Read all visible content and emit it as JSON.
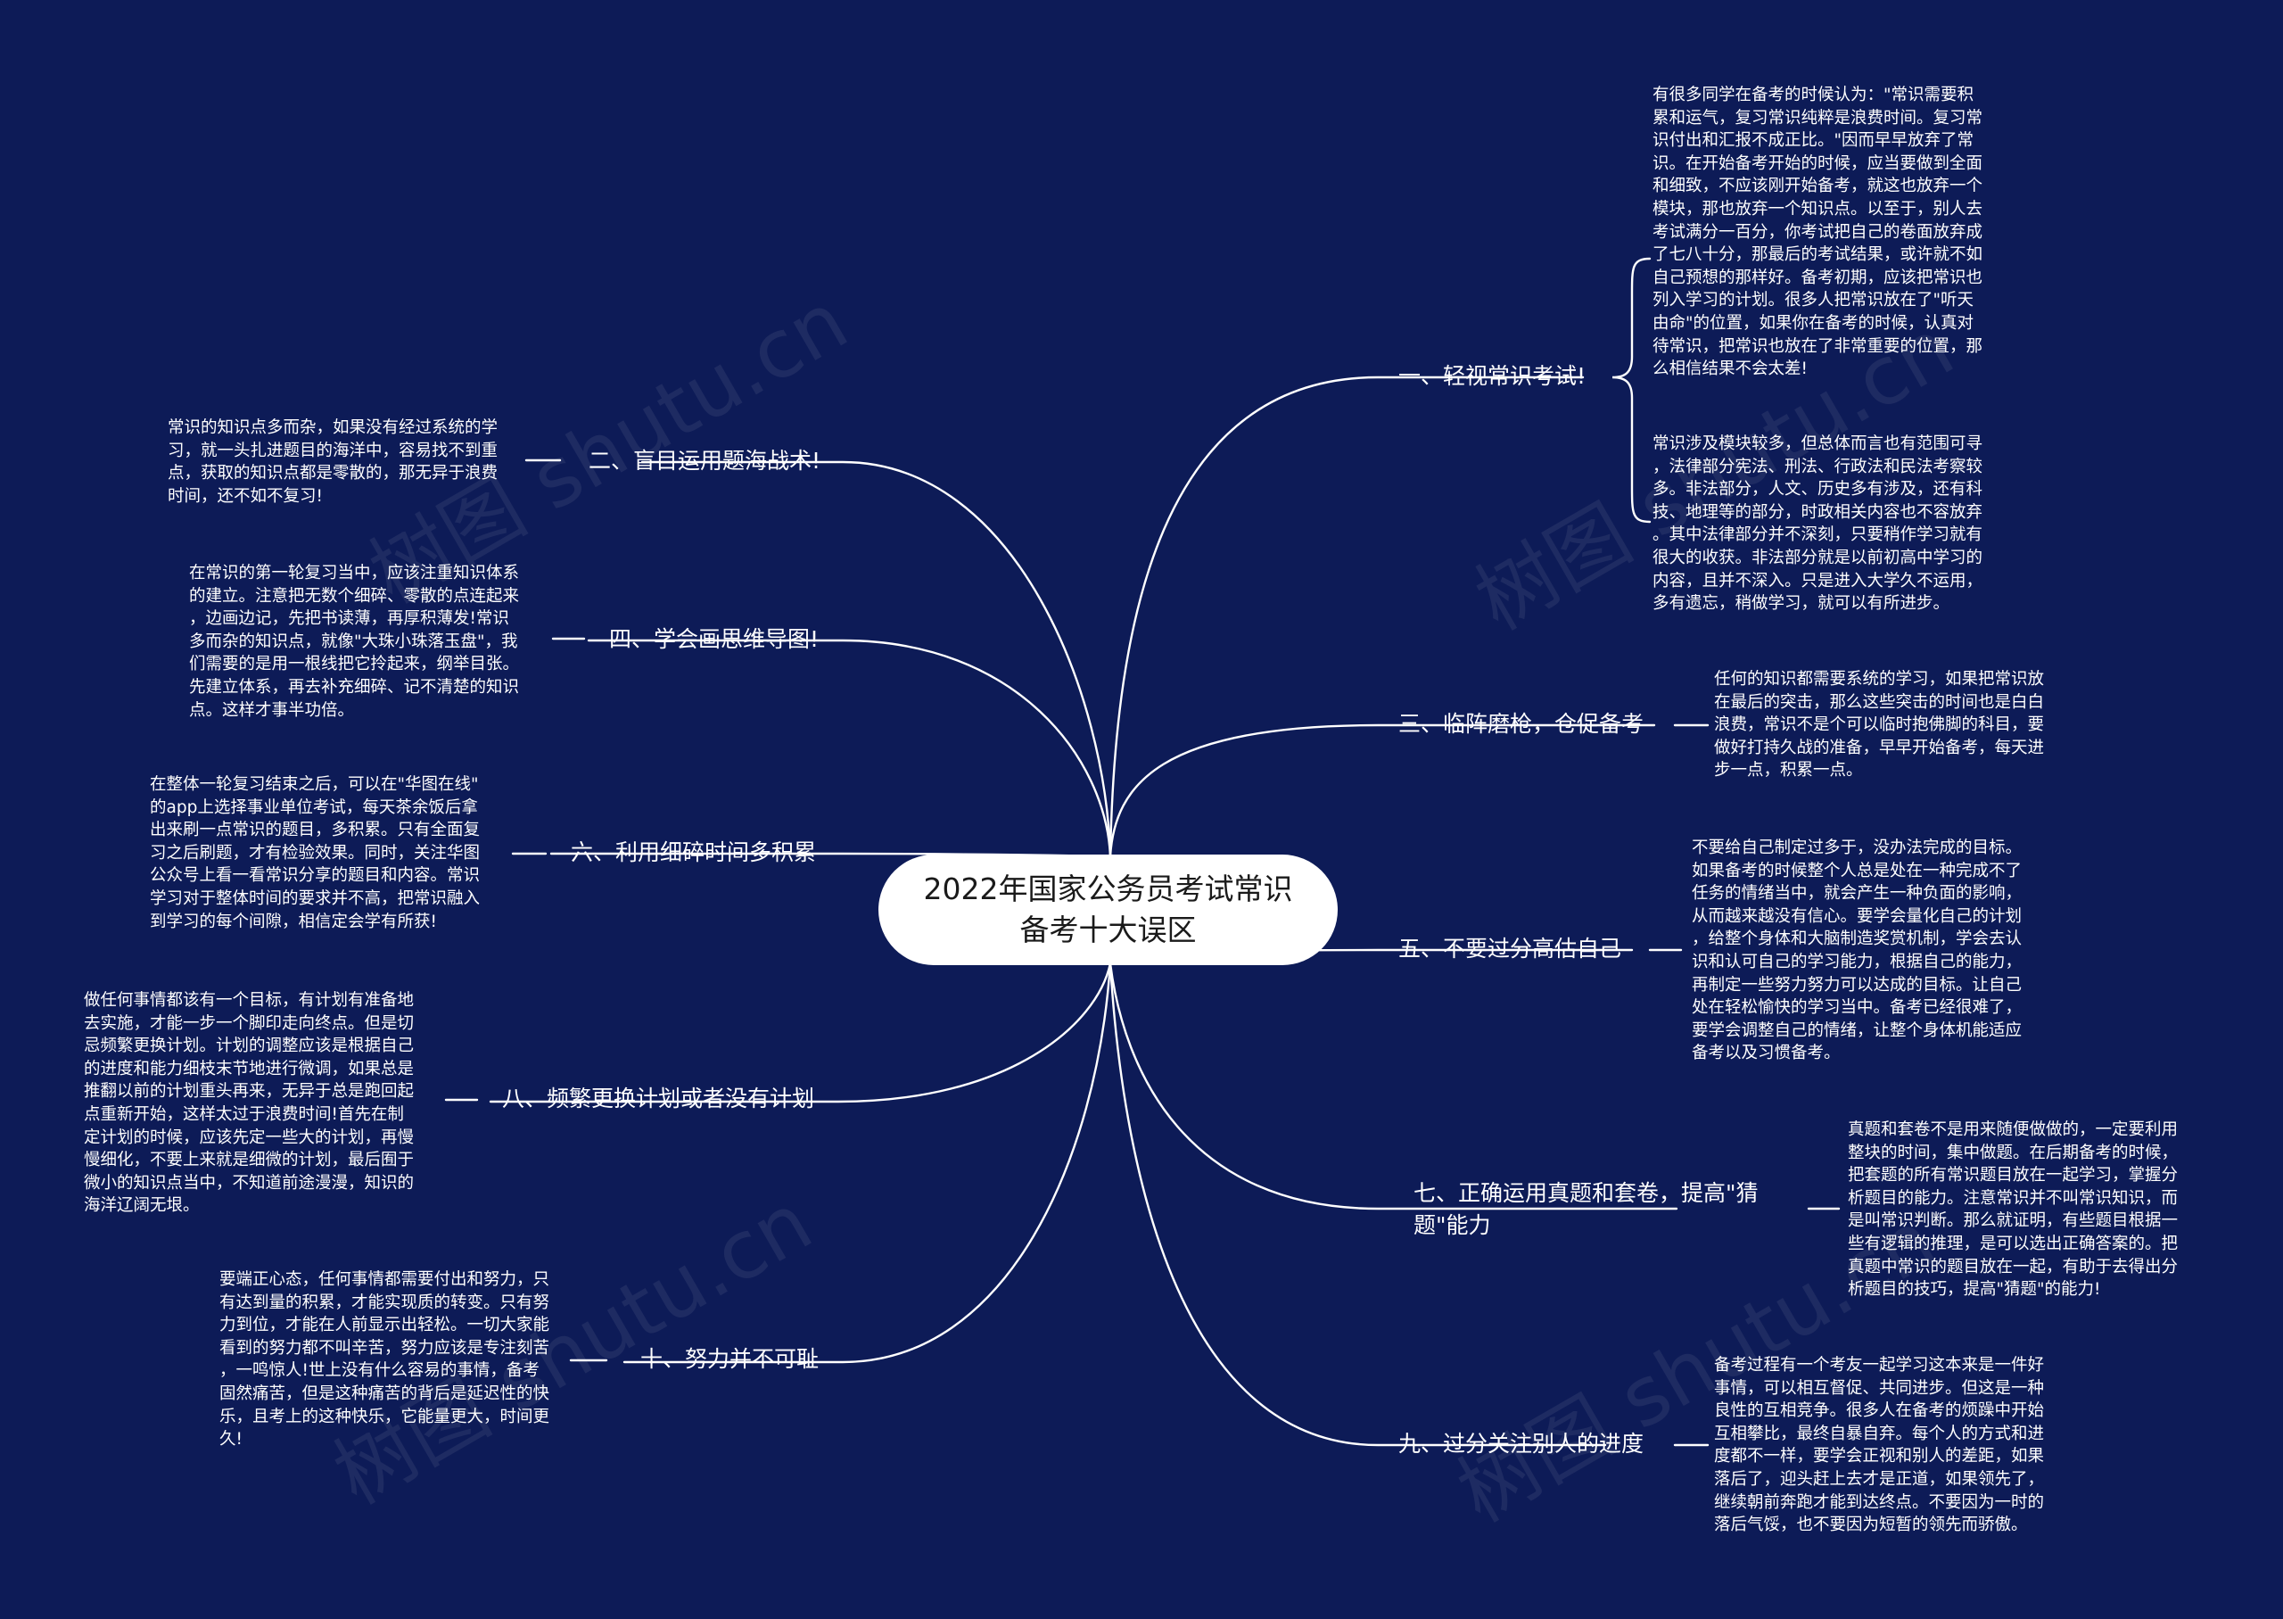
{
  "center": {
    "title": "2022年国家公务员考试常识备考十大误区"
  },
  "branches": [
    {
      "id": "b1",
      "label": "一、轻视常识考试!"
    },
    {
      "id": "b2",
      "label": "二、盲目运用题海战术!"
    },
    {
      "id": "b3",
      "label": "三、临阵磨枪，仓促备考"
    },
    {
      "id": "b4",
      "label": "四、学会画思维导图!"
    },
    {
      "id": "b5",
      "label": "五、不要过分高估自己"
    },
    {
      "id": "b6",
      "label": "六、利用细碎时间多积累"
    },
    {
      "id": "b7",
      "label": "七、正确运用真题和套卷，提高\"猜题\"能力"
    },
    {
      "id": "b8",
      "label": "八、频繁更换计划或者没有计划"
    },
    {
      "id": "b9",
      "label": "九、过分关注别人的进度"
    },
    {
      "id": "b10",
      "label": "十、努力并不可耻"
    }
  ],
  "notes": {
    "b1a": "有很多同学在备考的时候认为：\"常识需要积\n累和运气，复习常识纯粹是浪费时间。复习常\n识付出和汇报不成正比。\"因而早早放弃了常\n识。在开始备考开始的时候，应当要做到全面\n和细致，不应该刚开始备考，就这也放弃一个\n模块，那也放弃一个知识点。以至于，别人去\n考试满分一百分，你考试把自己的卷面放弃成\n了七八十分，那最后的考试结果，或许就不如\n自己预想的那样好。备考初期，应该把常识也\n列入学习的计划。很多人把常识放在了\"听天\n由命\"的位置，如果你在备考的时候，认真对\n待常识，把常识也放在了非常重要的位置，那\n么相信结果不会太差!",
    "b1b": "常识涉及模块较多，但总体而言也有范围可寻\n，法律部分宪法、刑法、行政法和民法考察较\n多。非法部分，人文、历史多有涉及，还有科\n技、地理等的部分，时政相关内容也不容放弃\n。其中法律部分并不深刻，只要稍作学习就有\n很大的收获。非法部分就是以前初高中学习的\n内容，且并不深入。只是进入大学久不运用，\n多有遗忘，稍做学习，就可以有所进步。",
    "b2": "常识的知识点多而杂，如果没有经过系统的学\n习，就一头扎进题目的海洋中，容易找不到重\n点，获取的知识点都是零散的，那无异于浪费\n时间，还不如不复习!",
    "b3": "任何的知识都需要系统的学习，如果把常识放\n在最后的突击，那么这些突击的时间也是白白\n浪费，常识不是个可以临时抱佛脚的科目，要\n做好打持久战的准备，早早开始备考，每天进\n步一点，积累一点。",
    "b4": "在常识的第一轮复习当中，应该注重知识体系\n的建立。注意把无数个细碎、零散的点连起来\n，边画边记，先把书读薄，再厚积薄发!常识\n多而杂的知识点，就像\"大珠小珠落玉盘\"，我\n们需要的是用一根线把它拎起来，纲举目张。\n先建立体系，再去补充细碎、记不清楚的知识\n点。这样才事半功倍。",
    "b5": "不要给自己制定过多于，没办法完成的目标。\n如果备考的时候整个人总是处在一种完成不了\n任务的情绪当中，就会产生一种负面的影响，\n从而越来越没有信心。要学会量化自己的计划\n，给整个身体和大脑制造奖赏机制，学会去认\n识和认可自己的学习能力，根据自己的能力，\n再制定一些努力努力可以达成的目标。让自己\n处在轻松愉快的学习当中。备考已经很难了，\n要学会调整自己的情绪，让整个身体机能适应\n备考以及习惯备考。",
    "b6": "在整体一轮复习结束之后，可以在\"华图在线\"\n的app上选择事业单位考试，每天茶余饭后拿\n出来刷一点常识的题目，多积累。只有全面复\n习之后刷题，才有检验效果。同时，关注华图\n公众号上看一看常识分享的题目和内容。常识\n学习对于整体时间的要求并不高，把常识融入\n到学习的每个间隙，相信定会学有所获!",
    "b7": "真题和套卷不是用来随便做做的，一定要利用\n整块的时间，集中做题。在后期备考的时候，\n把套题的所有常识题目放在一起学习，掌握分\n析题目的能力。注意常识并不叫常识知识，而\n是叫常识判断。那么就证明，有些题目根据一\n些有逻辑的推理，是可以选出正确答案的。把\n真题中常识的题目放在一起，有助于去得出分\n析题目的技巧，提高\"猜题\"的能力!",
    "b8": "做任何事情都该有一个目标，有计划有准备地\n去实施，才能一步一个脚印走向终点。但是切\n忌频繁更换计划。计划的调整应该是根据自己\n的进度和能力细枝末节地进行微调，如果总是\n推翻以前的计划重头再来，无异于总是跑回起\n点重新开始，这样太过于浪费时间!首先在制\n定计划的时候，应该先定一些大的计划，再慢\n慢细化，不要上来就是细微的计划，最后囿于\n微小的知识点当中，不知道前途漫漫，知识的\n海洋辽阔无垠。",
    "b9": "备考过程有一个考友一起学习这本来是一件好\n事情，可以相互督促、共同进步。但这是一种\n良性的互相竞争。很多人在备考的烦躁中开始\n互相攀比，最终自暴自弃。每个人的方式和进\n度都不一样，要学会正视和别人的差距，如果\n落后了，迎头赶上去才是正道，如果领先了，\n继续朝前奔跑才能到达终点。不要因为一时的\n落后气馁，也不要因为短暂的领先而骄傲。",
    "b10": "要端正心态，任何事情都需要付出和努力，只\n有达到量的积累，才能实现质的转变。只有努\n力到位，才能在人前显示出轻松。一切大家能\n看到的努力都不叫辛苦，努力应该是专注刻苦\n，一鸣惊人!世上没有什么容易的事情，备考\n固然痛苦，但是这种痛苦的背后是延迟性的快\n乐，且考上的这种快乐，它能量更大，时间更\n久!"
  },
  "watermark": "树图 shutu.cn",
  "colors": {
    "background": "#0d1b57",
    "line": "#ffffff",
    "center_fill": "#ffffff",
    "text": "#ffffff"
  }
}
